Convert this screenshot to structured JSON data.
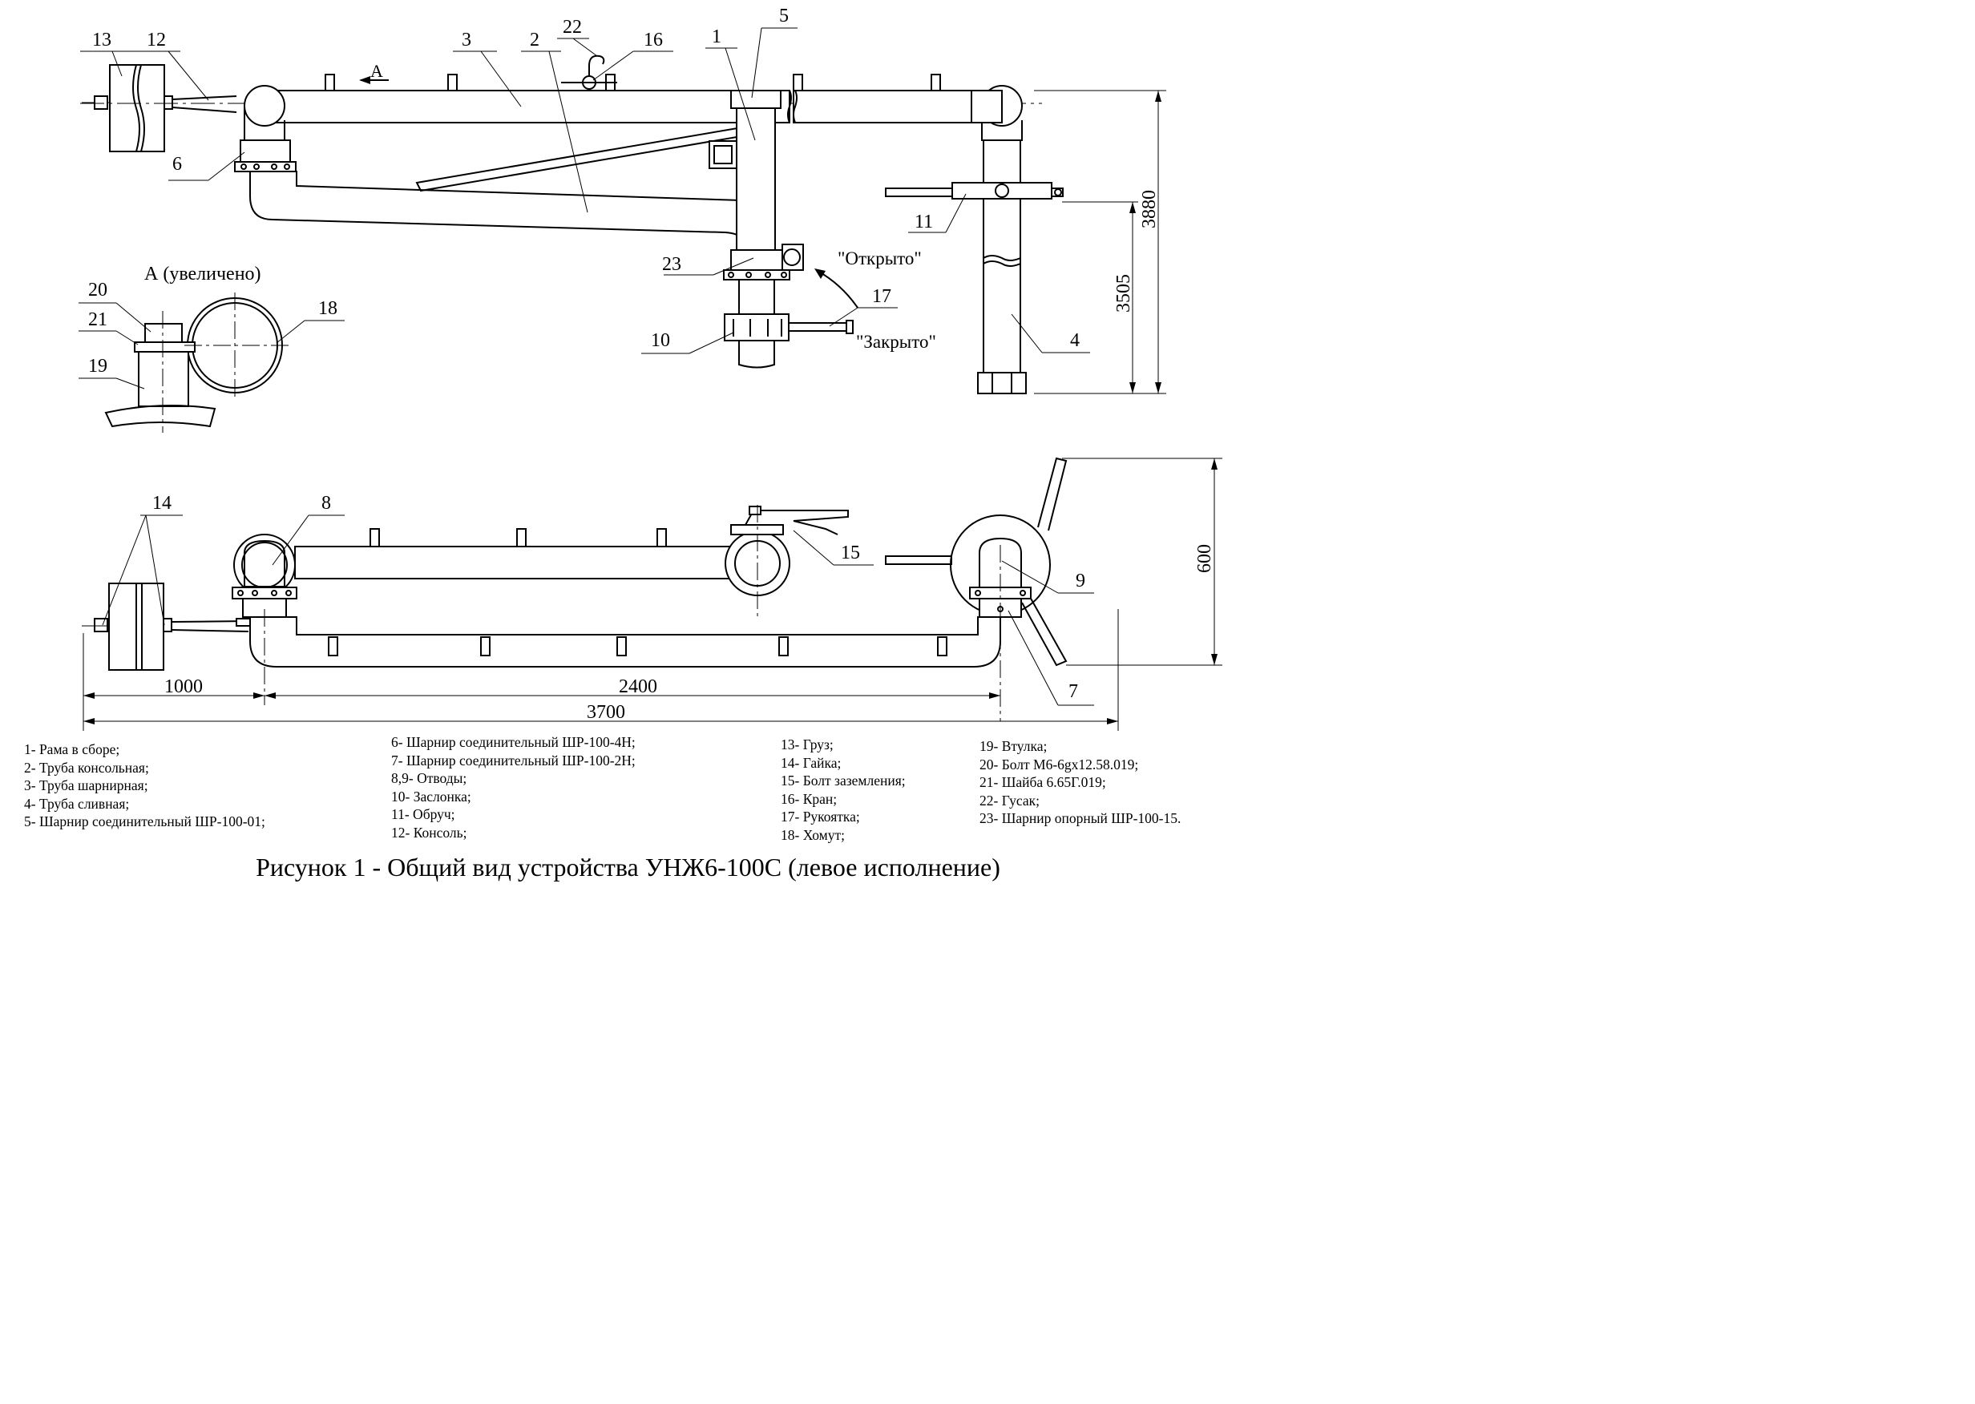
{
  "callouts": {
    "n1": "1",
    "n2": "2",
    "n3": "3",
    "n4": "4",
    "n5": "5",
    "n6": "6",
    "n7": "7",
    "n8": "8",
    "n9": "9",
    "n10": "10",
    "n11": "11",
    "n12": "12",
    "n13": "13",
    "n14": "14",
    "n15": "15",
    "n16": "16",
    "n17": "17",
    "n18": "18",
    "n19": "19",
    "n20": "20",
    "n21": "21",
    "n22": "22",
    "n23": "23"
  },
  "labels": {
    "view_a": "A",
    "detail_a": "А (увеличено)",
    "open": "\"Открыто\"",
    "closed": "\"Закрыто\""
  },
  "dimensions": {
    "d3880": "3880",
    "d3505": "3505",
    "d600": "600",
    "d1000": "1000",
    "d2400": "2400",
    "d3700": "3700"
  },
  "legend": {
    "col1": [
      "1- Рама в сборе;",
      "2- Труба консольная;",
      "3- Труба шарнирная;",
      "4- Труба сливная;",
      "5- Шарнир соединительный ШР-100-01;"
    ],
    "col2": [
      "6- Шарнир соединительный ШР-100-4Н;",
      "7- Шарнир соединительный ШР-100-2Н;",
      "8,9- Отводы;",
      "10- Заслонка;",
      "11- Обруч;",
      "12- Консоль;"
    ],
    "col3": [
      "13- Груз;",
      "14- Гайка;",
      "15- Болт заземления;",
      "16- Кран;",
      "17- Рукоятка;",
      "18- Хомут;"
    ],
    "col4": [
      "19- Втулка;",
      "20- Болт М6-6gх12.58.019;",
      "21- Шайба 6.65Г.019;",
      "22- Гусак;",
      "23- Шарнир опорный ШР-100-15."
    ]
  },
  "caption": "Рисунок 1 - Общий вид устройства УНЖ6-100С (левое исполнение)"
}
